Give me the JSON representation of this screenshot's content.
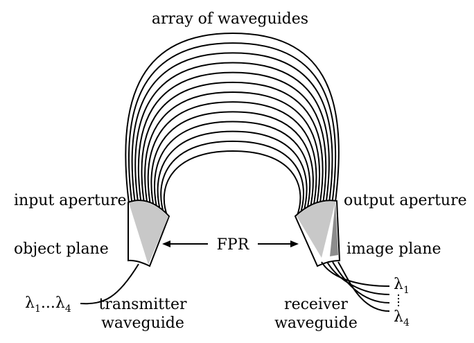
{
  "title": "array of waveguides",
  "labels": {
    "input_aperture": "input aperture",
    "output_aperture": "output aperture",
    "object_plane": "object plane",
    "image_plane": "image plane",
    "fpr": "FPR",
    "transmitter_line1": "transmitter",
    "transmitter_line2": "waveguide",
    "receiver_line1": "receiver",
    "receiver_line2": "waveguide"
  },
  "wavelengths": {
    "input": {
      "symbol": "λ",
      "first_sub": "1",
      "ellipsis": "...",
      "last_sub": "4"
    },
    "output_top": {
      "symbol": "λ",
      "sub": "1"
    },
    "output_bottom": {
      "symbol": "λ",
      "sub": "4"
    }
  },
  "colors": {
    "line": "#000000",
    "light_gray": "#c8c8c8",
    "dark_gray": "#8c8c8c",
    "background": "#ffffff"
  },
  "waveguide_count": 13,
  "output_waveguide_count": 4
}
